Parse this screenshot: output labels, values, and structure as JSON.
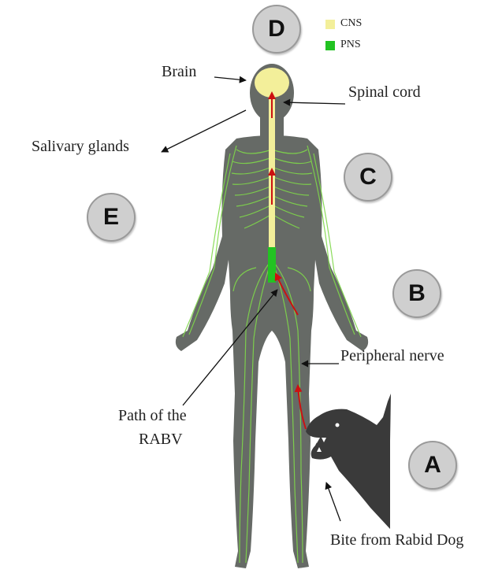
{
  "legend": [
    {
      "label": "CNS",
      "color": "#f3ef9a"
    },
    {
      "label": "PNS",
      "color": "#22c322"
    }
  ],
  "markers": [
    "D",
    "C",
    "E",
    "B",
    "A"
  ],
  "labels": {
    "brain": "Brain",
    "spinal_cord": "Spinal cord",
    "salivary_glands": "Salivary glands",
    "peripheral_nerve": "Peripheral nerve",
    "path_line1": "Path of the",
    "path_line2": "RABV",
    "bite": "Bite  from Rabid Dog"
  },
  "colors": {
    "body": "#666a66",
    "nerve": "#7fd84a",
    "cns": "#f3ef9a",
    "pns": "#22c322",
    "path_arrow": "#cc1111",
    "dog": "#3a3a3a"
  }
}
